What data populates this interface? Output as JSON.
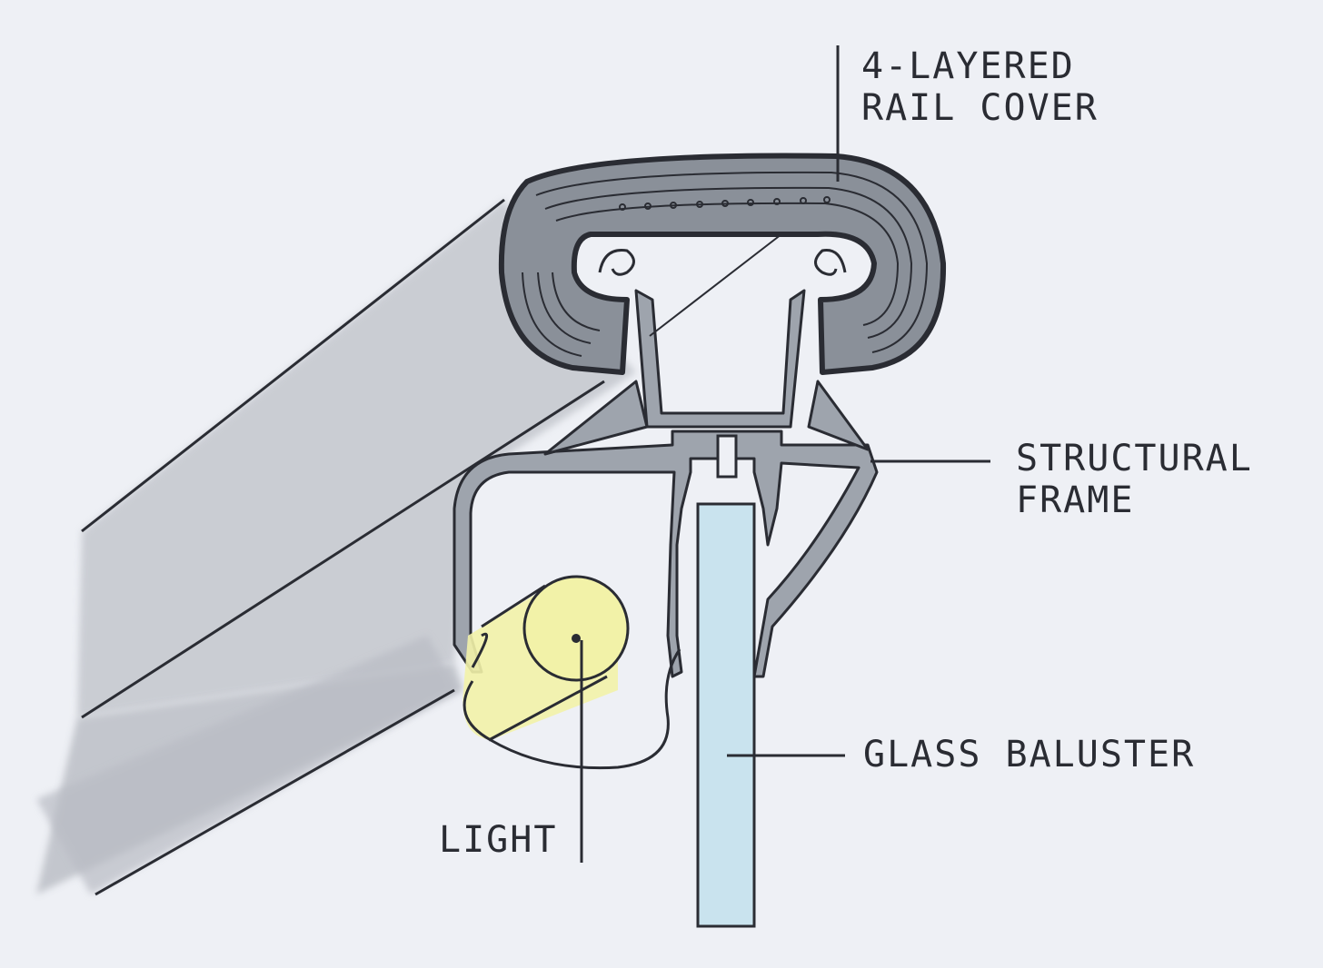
{
  "colors": {
    "paper": "#eef0f5",
    "ink": "#2a2c33",
    "cover_fill": "#8a9099",
    "frame_fill": "#9ea4ad",
    "rail_shadow": "#c4c7ce",
    "glass": "#c9e3ee",
    "light": "#f2f2a8"
  },
  "labels": {
    "rail_cover": {
      "line1": "4-LAYERED",
      "line2": "RAIL COVER"
    },
    "structural_frame": {
      "line1": "STRUCTURAL",
      "line2": "FRAME"
    },
    "glass_baluster": {
      "text": "GLASS BALUSTER"
    },
    "light": {
      "text": "LIGHT"
    }
  },
  "icons": {
    "drawing": "railing-section-sketch"
  }
}
